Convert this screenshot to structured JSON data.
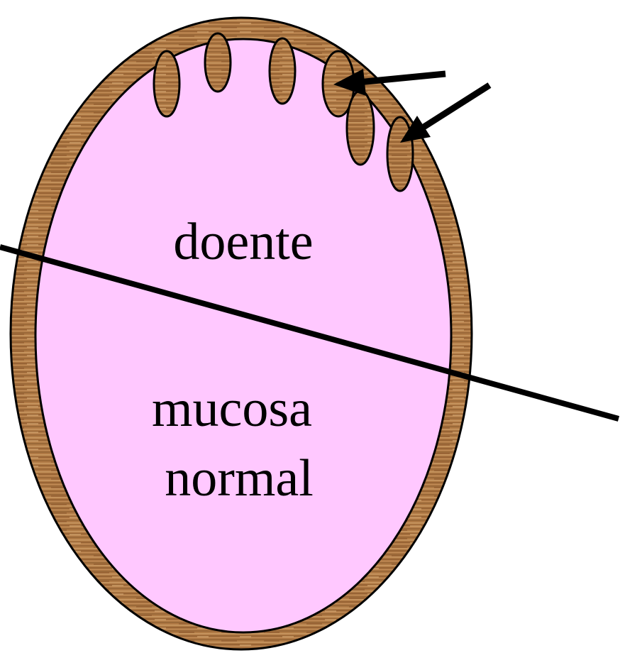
{
  "labels": {
    "top_region": "doente",
    "bottom_region_line1": "mucosa",
    "bottom_region_line2": "normal"
  },
  "colors": {
    "wall": "#b07a45",
    "wall_dark": "#7a4a22",
    "wall_light": "#d1a06a",
    "mucosa": "#ffc8ff",
    "outline": "#000000",
    "background": "#ffffff"
  }
}
